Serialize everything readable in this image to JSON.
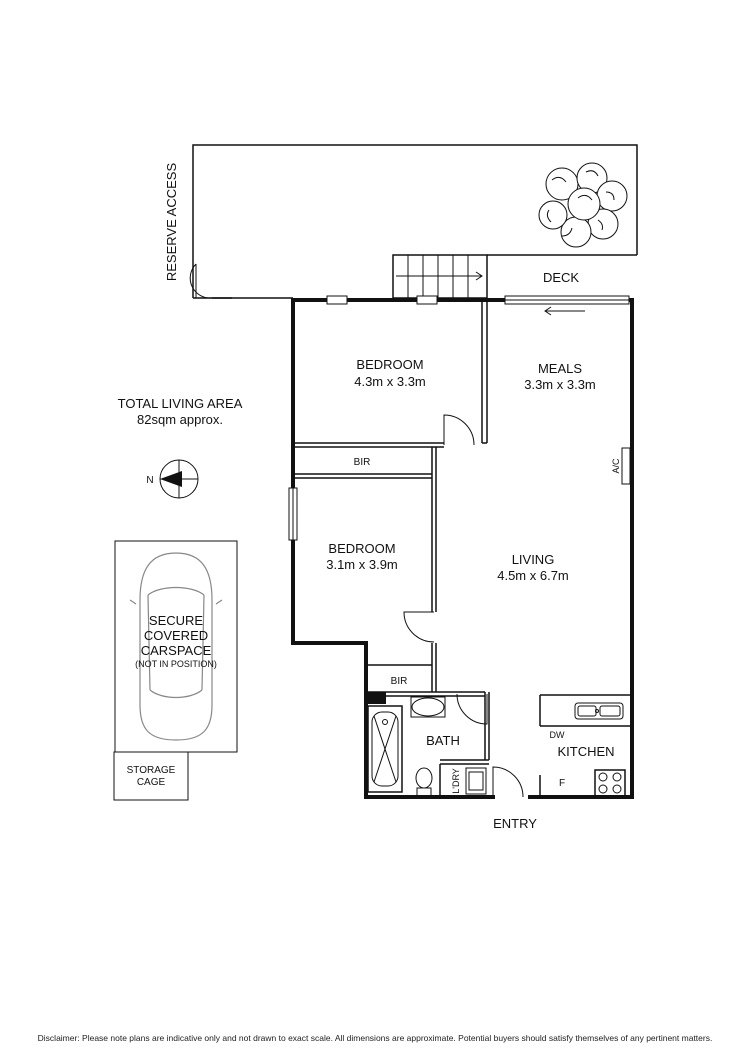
{
  "labels": {
    "reserve_access": "RESERVE ACCESS",
    "deck": "DECK",
    "bedroom1_name": "BEDROOM",
    "bedroom1_size": "4.3m x 3.3m",
    "meals_name": "MEALS",
    "meals_size": "3.3m x 3.3m",
    "total_living_area": "TOTAL LIVING AREA",
    "total_living_area_value": "82sqm approx.",
    "bir_upper": "BIR",
    "ac": "A/C",
    "north": "N",
    "bedroom2_name": "BEDROOM",
    "bedroom2_size": "3.1m x 3.9m",
    "living_name": "LIVING",
    "living_size": "4.5m x 6.7m",
    "carspace_line1": "SECURE",
    "carspace_line2": "COVERED",
    "carspace_line3": "CARSPACE",
    "carspace_note": "(NOT IN POSITION)",
    "bir_lower": "BIR",
    "bath": "BATH",
    "dw": "DW",
    "kitchen": "KITCHEN",
    "storage_line1": "STORAGE",
    "storage_line2": "CAGE",
    "laundry": "L'DRY",
    "fridge": "F",
    "entry": "ENTRY"
  },
  "disclaimer": "Disclaimer: Please note plans are indicative only and not drawn to exact scale. All dimensions are approximate. Potential buyers should satisfy themselves of any pertinent matters."
}
